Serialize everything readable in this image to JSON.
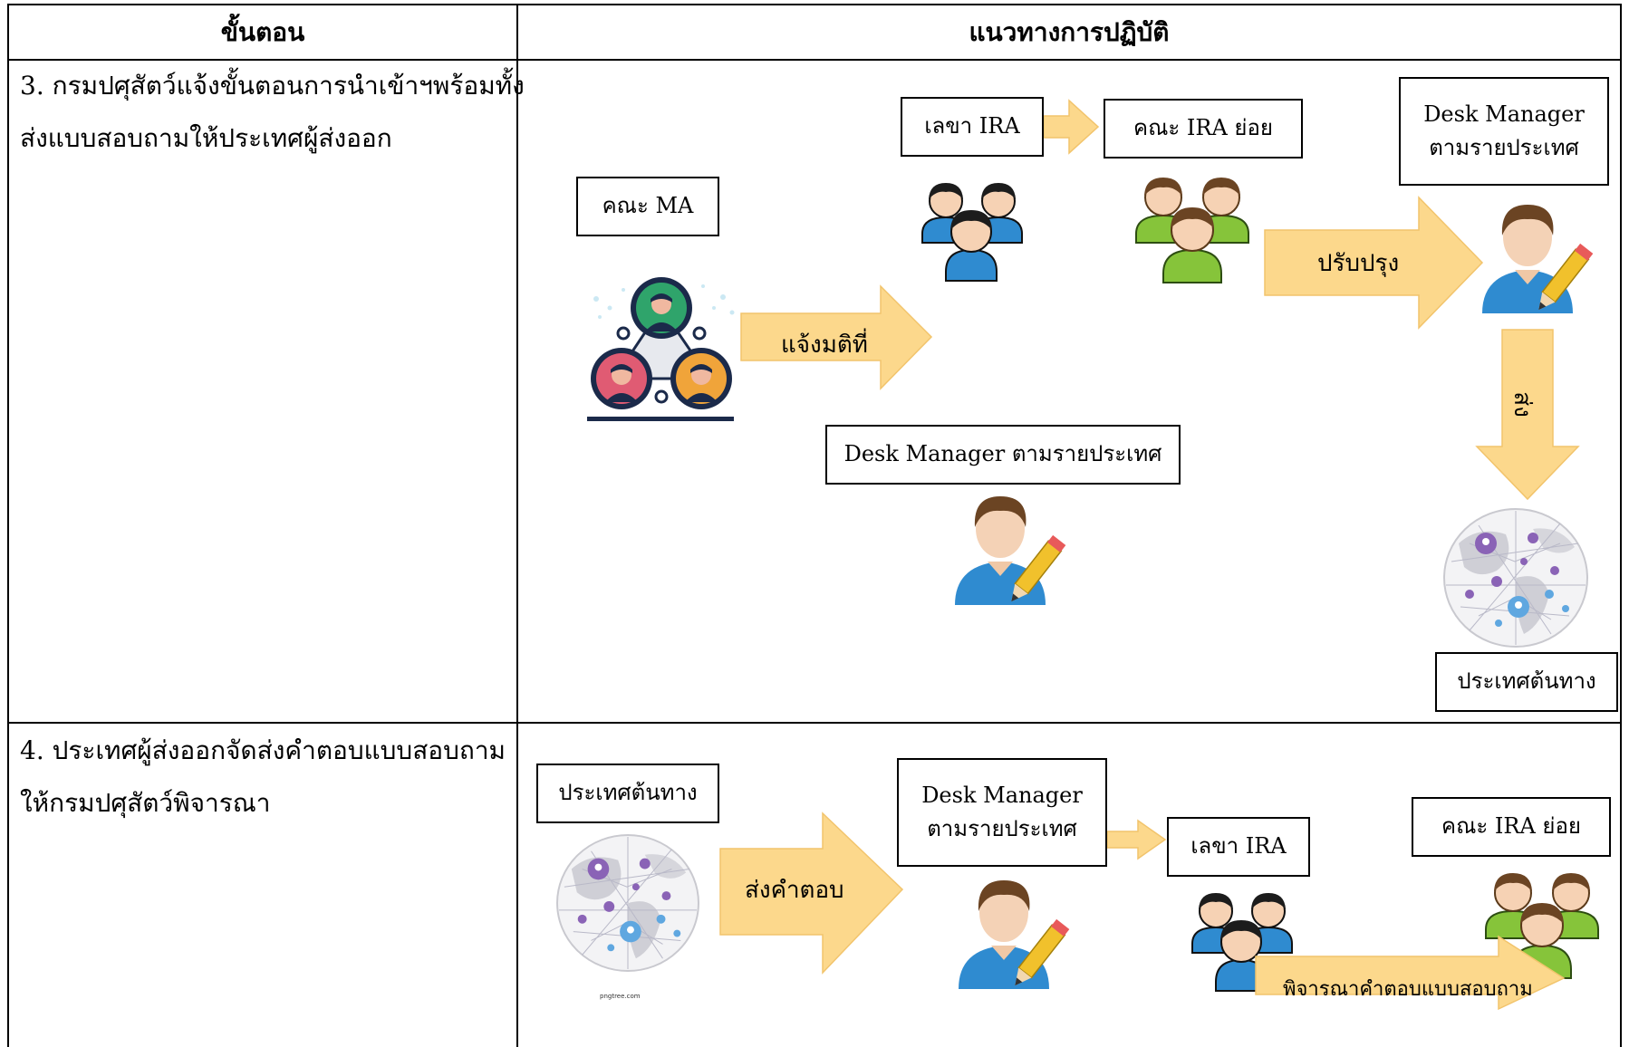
{
  "table": {
    "headers": {
      "col1": "ขั้นตอน",
      "col2": "แนวทางการปฏิบัติ"
    },
    "rows": [
      {
        "step_lines": [
          "3. กรมปศุสัตว์แจ้งขั้นตอนการนำเข้าฯพร้อมทั้ง",
          "ส่งแบบสอบถามให้ประเทศผู้ส่งออก"
        ]
      },
      {
        "step_lines": [
          "4. ประเทศผู้ส่งออกจัดส่งคำตอบแบบสอบถาม",
          "ให้กรมปศุสัตว์พิจารณา"
        ]
      }
    ]
  },
  "row3": {
    "ma_box": "คณะ MA",
    "secretary_box": "เลขา IRA",
    "subcommittee_box": "คณะ IRA ย่อย",
    "desk_manager_box": [
      "Desk Manager",
      "ตามรายประเทศ"
    ],
    "desk_manager_wide_box": "Desk Manager ตามรายประเทศ",
    "origin_country_box": "ประเทศต้นทาง",
    "arrow_notify": "แจ้งมติที่",
    "arrow_revise": "ปรับปรุง",
    "arrow_down_label": "ส่ง"
  },
  "row4": {
    "origin_country_box": "ประเทศต้นทาง",
    "desk_manager_box": [
      "Desk Manager",
      "ตามรายประเทศ"
    ],
    "secretary_box": "เลขา IRA",
    "subcommittee_box": "คณะ IRA ย่อย",
    "arrow_send_answer": "ส่งคำตอบ",
    "arrow_consider": "พิจารณาคำตอบแบบสอบถาม",
    "globe_caption": "pngtree.com"
  },
  "colors": {
    "arrow_fill": "#fcd88c",
    "arrow_stroke": "#f2c46c",
    "person_shirt_blue": "#2f8bd0",
    "person_shirt_green": "#86c43a",
    "hair_dark": "#1c1c1c",
    "hair_brown": "#6b4423"
  },
  "icons": [
    "group-blue-icon",
    "group-green-icon",
    "person-pencil-icon",
    "globe-network-icon",
    "team-circle-icon"
  ]
}
